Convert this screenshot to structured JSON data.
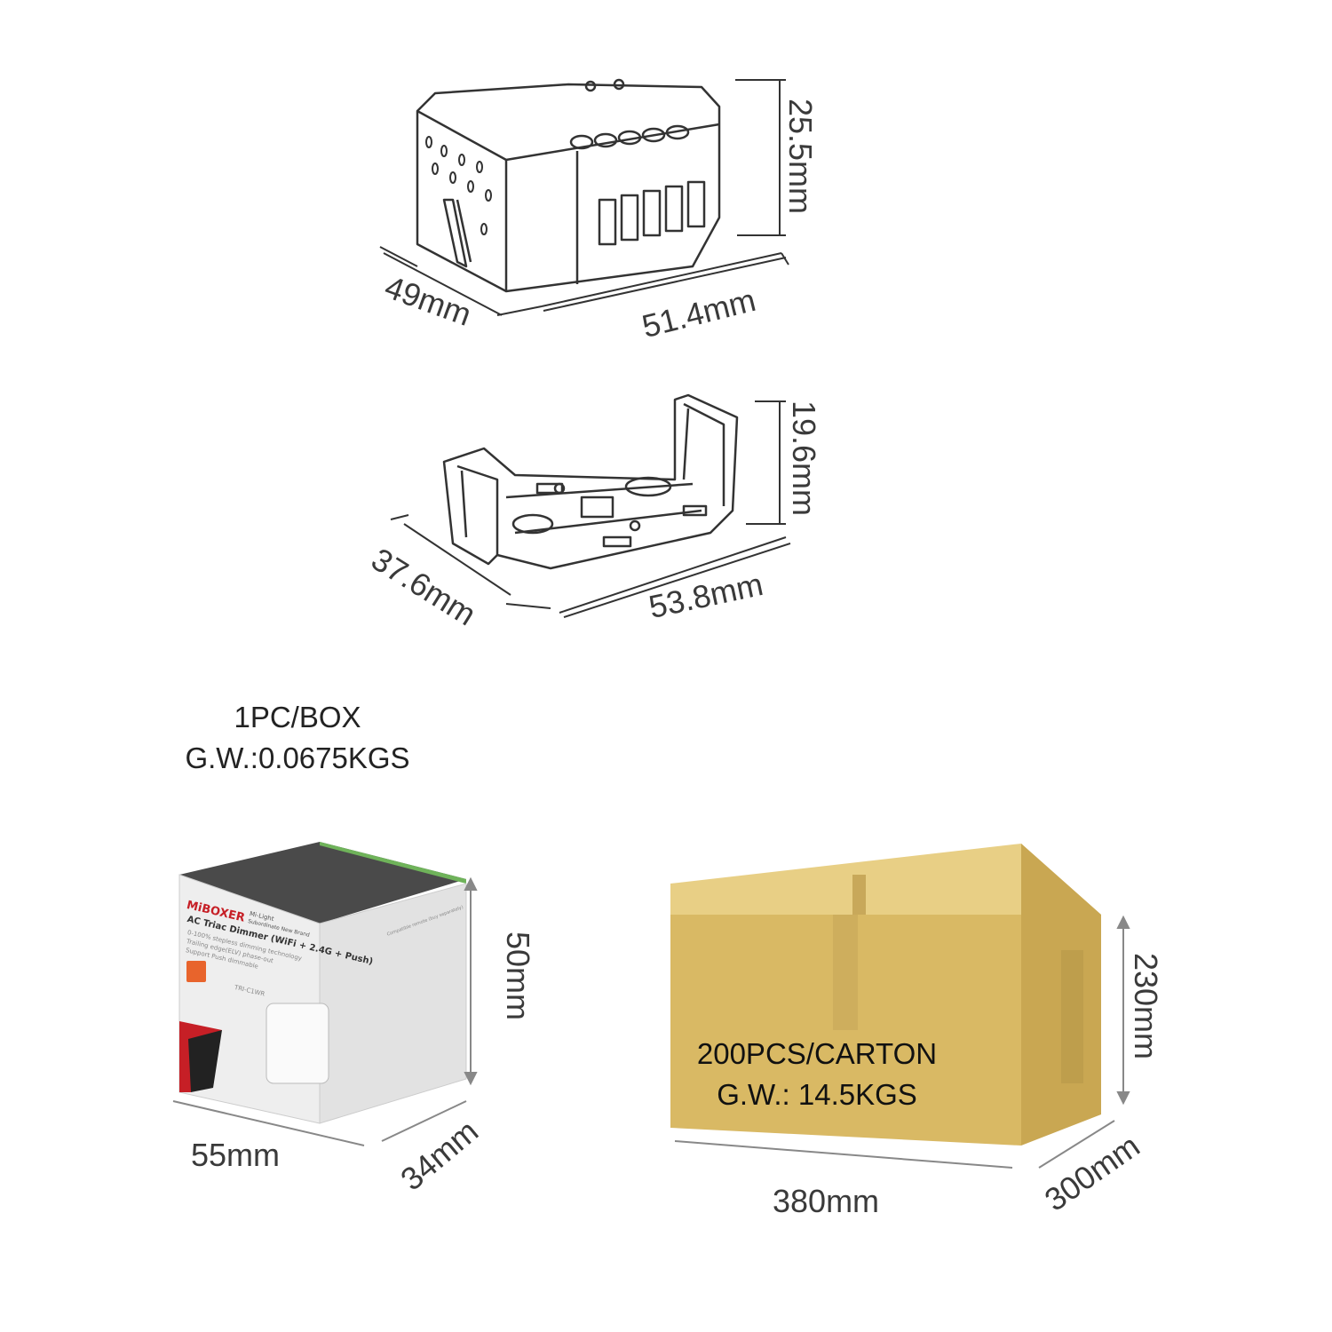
{
  "device": {
    "height": "25.5mm",
    "depth": "49mm",
    "width": "51.4mm"
  },
  "bracket": {
    "height": "19.6mm",
    "depth": "37.6mm",
    "width": "53.8mm"
  },
  "single_box": {
    "packing": "1PC/BOX",
    "gross_weight": "G.W.:0.0675KGS",
    "height": "50mm",
    "width": "55mm",
    "depth": "34mm",
    "brand": "MiBOXER",
    "sub_brand": "Mi-Light",
    "sub_brand_note": "Subordinate New Brand",
    "product_name": "AC Triac Dimmer (WiFi + 2.4G + Push)",
    "features": [
      "0-100% stepless dimming technology",
      "Trailing edge(ELV) phase-out",
      "Support Push dimmable"
    ],
    "model": "TRI-C1WR",
    "side_note": "Compatible remote (buy separately)"
  },
  "carton": {
    "packing": "200PCS/CARTON",
    "gross_weight": "G.W.: 14.5KGS",
    "height": "230mm",
    "width": "380mm",
    "depth": "300mm",
    "color": "#d9b964"
  }
}
